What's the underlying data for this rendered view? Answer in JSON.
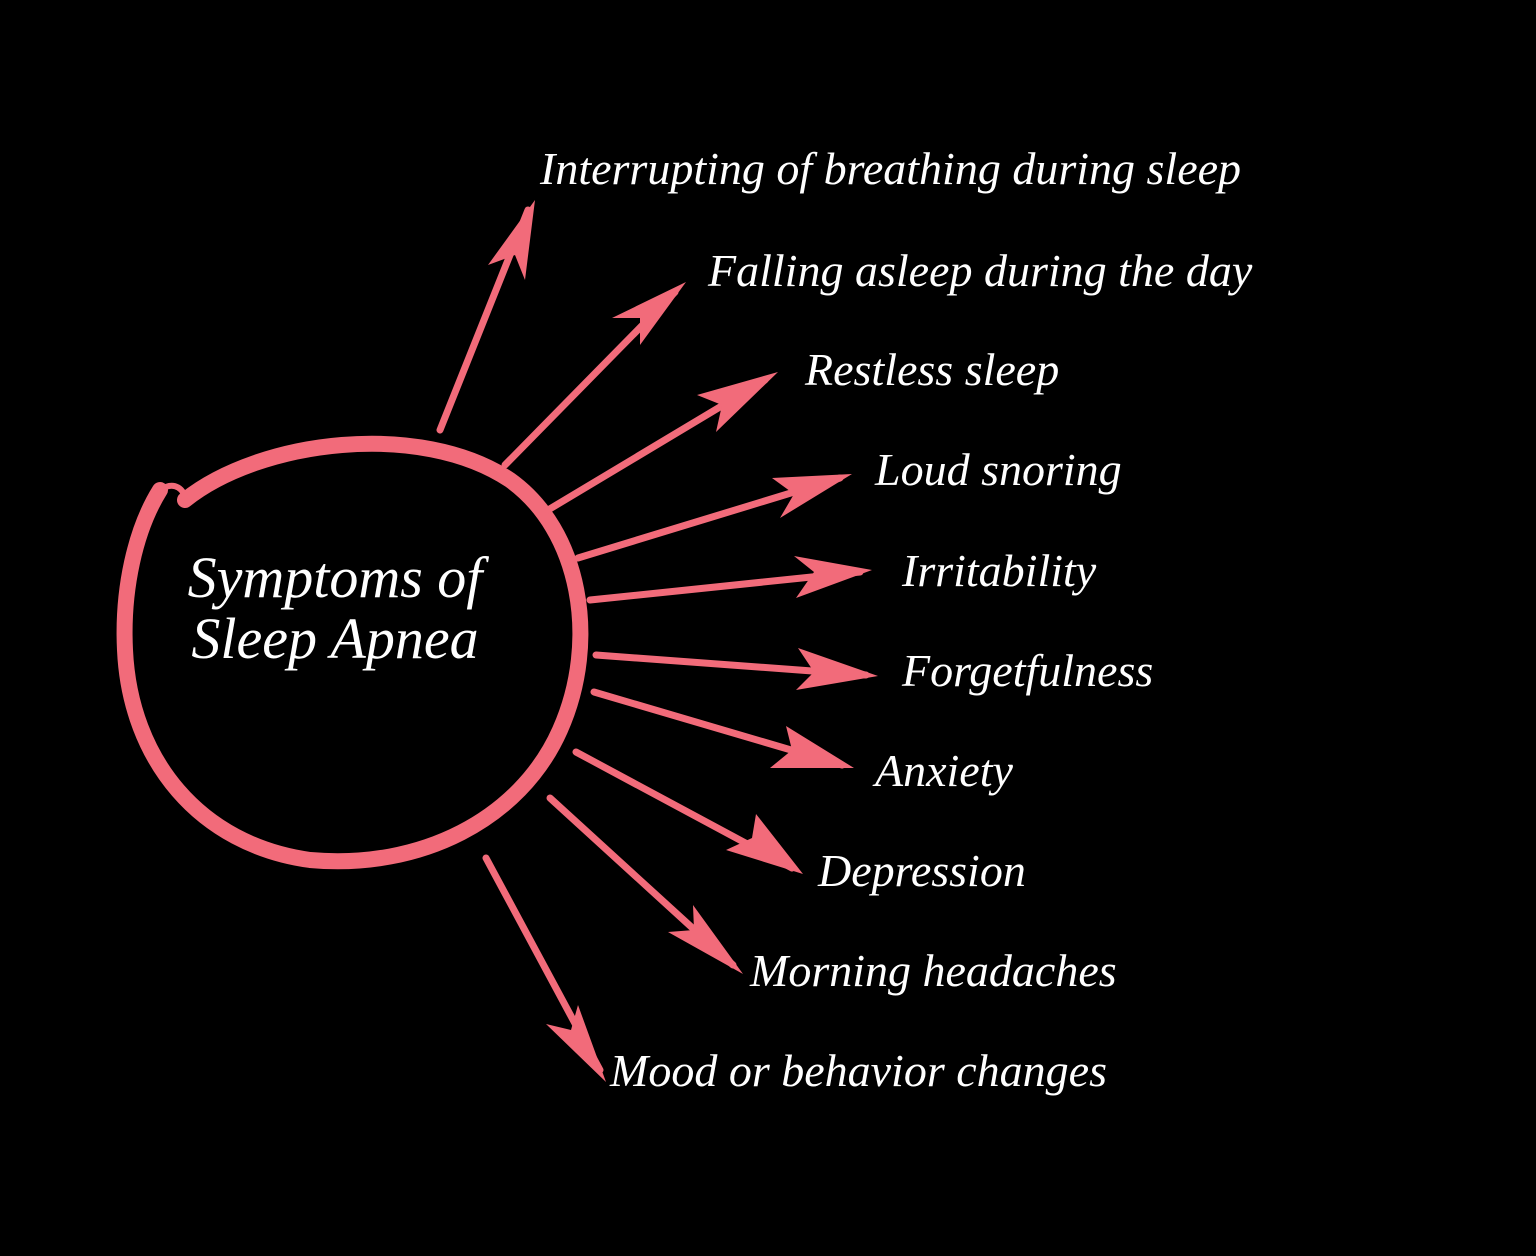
{
  "diagram": {
    "title_line1": "Symptoms of",
    "title_line2": "Sleep Apnea",
    "accent_color": "#F26B7A",
    "background_color": "#000000",
    "text_color": "#FFFFFF",
    "symptoms": [
      {
        "label": "Interrupting of breathing during sleep"
      },
      {
        "label": "Falling asleep during the day"
      },
      {
        "label": "Restless sleep"
      },
      {
        "label": "Loud snoring"
      },
      {
        "label": "Irritability"
      },
      {
        "label": "Forgetfulness"
      },
      {
        "label": "Anxiety"
      },
      {
        "label": "Depression"
      },
      {
        "label": "Morning headaches"
      },
      {
        "label": "Mood or behavior changes"
      }
    ]
  }
}
